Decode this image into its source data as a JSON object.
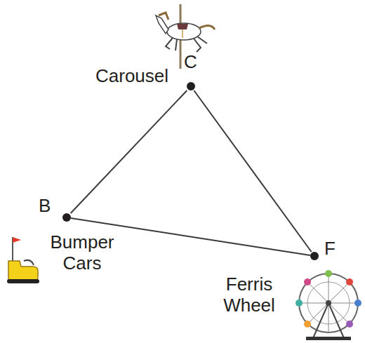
{
  "diagram": {
    "nodes": [
      {
        "text": [
          "Carousel",
          "C"
        ]
      },
      {
        "text": [
          "B",
          "Bumper Cars"
        ]
      },
      {
        "text": [
          "F",
          "Ferris Wheel"
        ]
      }
    ],
    "edges": [
      {
        "from": 0,
        "to": 1,
        "arrow": "none"
      },
      {
        "from": 1,
        "to": 2,
        "arrow": "none"
      },
      {
        "from": 0,
        "to": 2,
        "arrow": "none"
      }
    ]
  }
}
